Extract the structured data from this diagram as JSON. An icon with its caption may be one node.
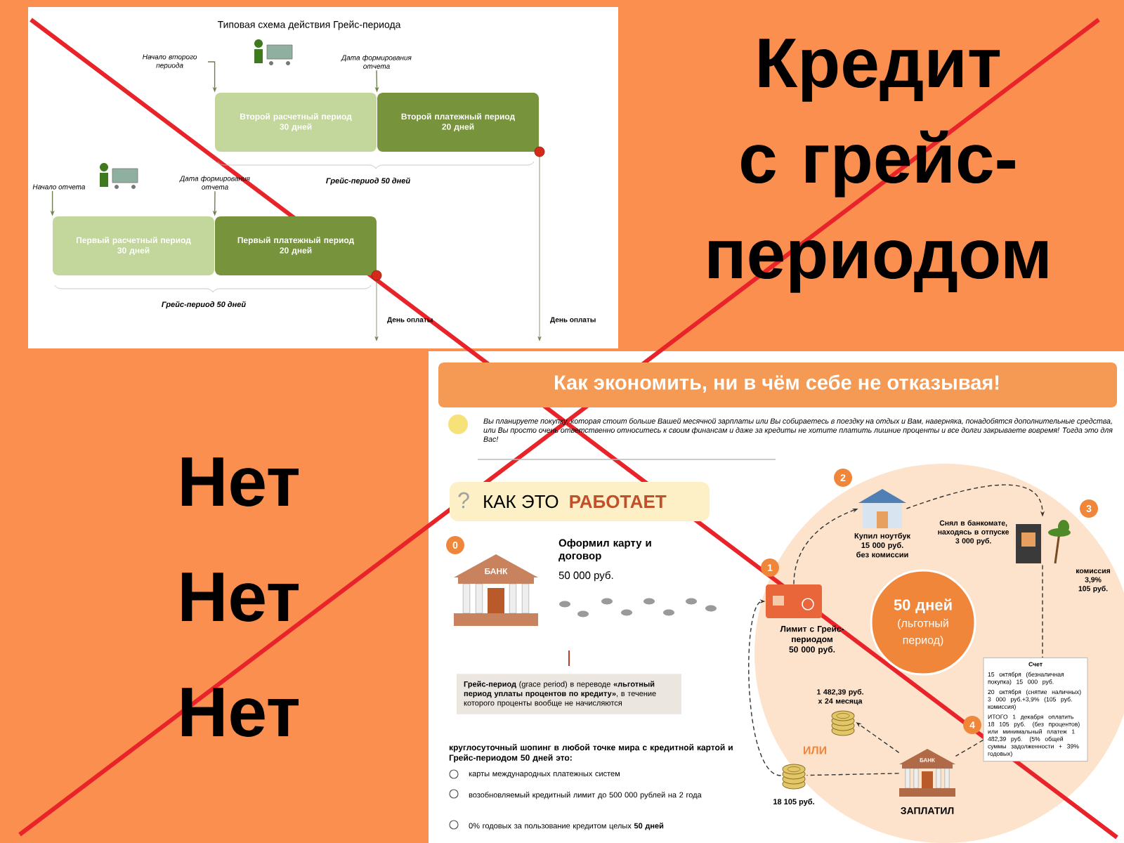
{
  "diagram": {
    "nodes": [
      {
        "text": [
          "Начало второго периода"
        ]
      },
      {
        "text": [
          "Дата формирования отчета"
        ]
      },
      {
        "text": [
          "Второй расчетный период",
          "30 дней"
        ]
      },
      {
        "text": [
          "Второй платежный период",
          "20 дней"
        ]
      },
      {
        "text": [
          "Начало отчета"
        ]
      },
      {
        "text": [
          "Дата формирования отчета"
        ]
      },
      {
        "text": [
          "Первый расчетный период",
          "30 дней"
        ]
      },
      {
        "text": [
          "Первый платежный период",
          "20 дней"
        ]
      },
      {
        "text": [
          "**Грейс-период** (grace period) в переводе **«льготный период уплаты процентов по кредиту»**, в течение которого проценты вообще не начисляются"
        ]
      },
      {
        "text": [
          "50 дней",
          "(льготный период)"
        ]
      },
      {
        "text": [],
        "shape": "picture",
        "beside": [
          "Лимит с Грейс-периодом",
          "50 000 руб."
        ]
      },
      {
        "text": [],
        "shape": "picture",
        "beside": [
          "Купил ноутбук",
          "15 000 руб.",
          "без комиссии"
        ]
      },
      {
        "text": [],
        "shape": "picture",
        "beside": [
          "Снял в банкомате, находясь в отпуске",
          "3 000 руб.",
          "комиссия 3,9% 105 руб."
        ]
      },
      {
        "text": [
          "Счет",
          "15 октября (безналичная покупка) 15 000 руб.",
          "20 октября (снятие наличных) 3 000 руб.+3,9% (105 руб. комиссия)",
          "ИТОГО 1 декабря оплатить 18 105 руб. (без процентов) или минимальный платеж 1 482,39 руб. (5% общей суммы задолженности + 39% годовых)"
        ]
      },
      {
        "text": [],
        "shape": "picture",
        "beside": [
          "ЗАПЛАТИЛ"
        ]
      },
      {
        "text": [],
        "shape": "picture",
        "beside": [
          "1 482,39 руб. х 24 месяца"
        ]
      },
      {
        "text": [],
        "shape": "picture",
        "beside": [
          "18 105 руб."
        ]
      },
      {
        "text": [
          "0"
        ]
      },
      {
        "text": [
          "1"
        ]
      },
      {
        "text": [
          "2"
        ]
      },
      {
        "text": [
          "3"
        ]
      },
      {
        "text": [
          "4"
        ]
      }
    ],
    "edges": [
      {
        "from": 0,
        "to": 2,
        "arrow": "to",
        "color": "#6f7f4f"
      },
      {
        "from": 1,
        "to": 3,
        "arrow": "to",
        "color": "#6f7f4f"
      },
      {
        "from": 4,
        "to": 6,
        "arrow": "to",
        "color": "#6f7f4f"
      },
      {
        "from": 5,
        "to": 7,
        "arrow": "to",
        "color": "#6f7f4f"
      },
      {
        "from": 10,
        "to": 11,
        "arrow": "to",
        "style": "dashed"
      },
      {
        "from": 11,
        "to": 12,
        "arrow": "to",
        "style": "dashed"
      },
      {
        "from": 12,
        "to": 13,
        "arrow": "none",
        "style": "dashed"
      },
      {
        "from": 13,
        "to": 14,
        "arrow": "none",
        "style": "dashed"
      },
      {
        "from": 14,
        "to": 15,
        "arrow": "to",
        "style": "dashed"
      },
      {
        "from": 14,
        "to": 16,
        "arrow": "none",
        "style": "dashed"
      },
      {
        "from": 16,
        "to": 10,
        "arrow": "to",
        "style": "dashed"
      }
    ],
    "labels": [
      "Типовая схема действия Грейс-периода",
      "Грейс-период 50 дней",
      "Грейс-период 50 дней",
      "День оплаты",
      "День оплаты",
      "Кредит с грейс-периодом",
      "Нет",
      "Нет",
      "Нет",
      "Как экономить, ни в чём себе не отказывая!",
      "Вы планируете покупку, которая стоит больше Вашей месячной зарплаты или Вы собираетесь в поездку на отдых и Вам, наверняка, понадобятся дополнительные средства, или Вы просто очень ответственно относитесь к своим финансам и даже за кредиты не хотите платить лишние проценты и все долги закрываете вовремя! Тогда это для Вас!",
      "?",
      "КАК ЭТО",
      "РАБОТАЕТ",
      "БАНК",
      "Оформил карту и договор",
      "50 000 руб.",
      "круглосуточный шопинг в любой точке мира с кредитной картой и Грейс-периодом 50 дней это:",
      "карты международных платежных систем",
      "возобновляемый кредитный лимит до 500 000 рублей на 2 года",
      "0% годовых за пользование кредитом целых **50 дней**",
      "ИЛИ",
      "БАНК"
    ]
  }
}
